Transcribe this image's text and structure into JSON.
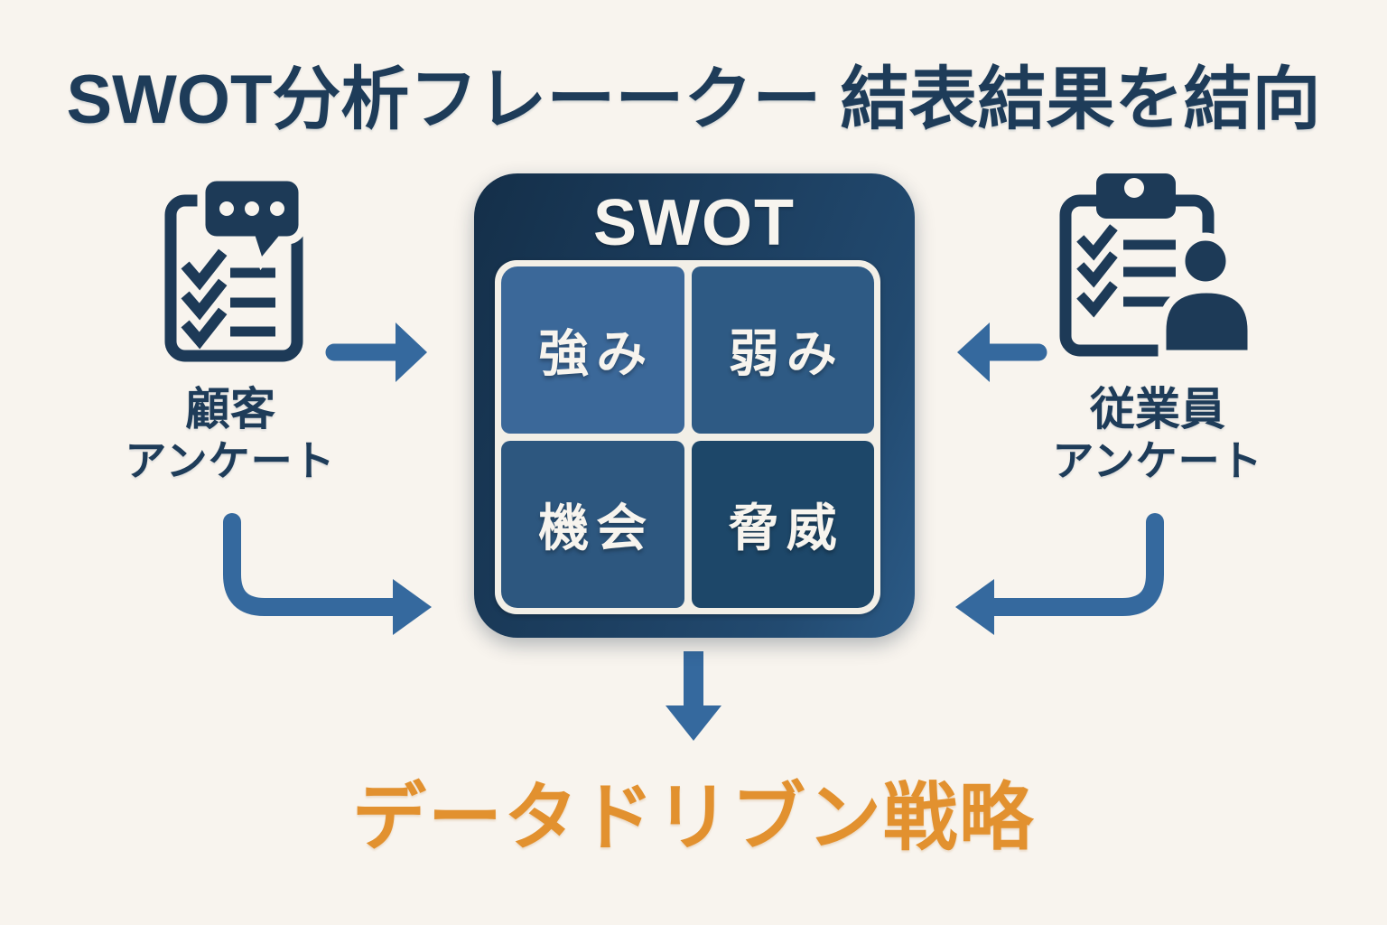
{
  "title": "SWOT分析フレーークー 結表結果を結向",
  "diagram": {
    "swot_box": {
      "header": "SWOT",
      "quadrants": [
        {
          "id": "strengths",
          "label": "強み",
          "color": "#3B6899"
        },
        {
          "id": "weaknesses",
          "label": "弱み",
          "color": "#2E5A84"
        },
        {
          "id": "opportunities",
          "label": "機会",
          "color": "#2D577F"
        },
        {
          "id": "threats",
          "label": "脅威",
          "color": "#1D4769"
        }
      ]
    },
    "sources": {
      "left": {
        "line1": "顧客",
        "line2": "アンケート",
        "icon": "customer-survey-icon"
      },
      "right": {
        "line1": "従業員",
        "line2": "アンケート",
        "icon": "employee-survey-icon"
      }
    },
    "outcome": {
      "label": "データドリブン戦略"
    },
    "arrows": [
      "arrow-left-to-swot",
      "arrow-right-to-swot",
      "arrow-curved-left-to-swot",
      "arrow-curved-right-to-swot",
      "arrow-swot-to-outcome"
    ]
  },
  "colors": {
    "background": "#F8F4EE",
    "navy_text": "#1E3C59",
    "box_dark": "#142F49",
    "box_light_edge": "#2B5A86",
    "frame_cream": "#F2EFE7",
    "arrow_blue": "#35699E",
    "accent_orange": "#E2912F"
  }
}
